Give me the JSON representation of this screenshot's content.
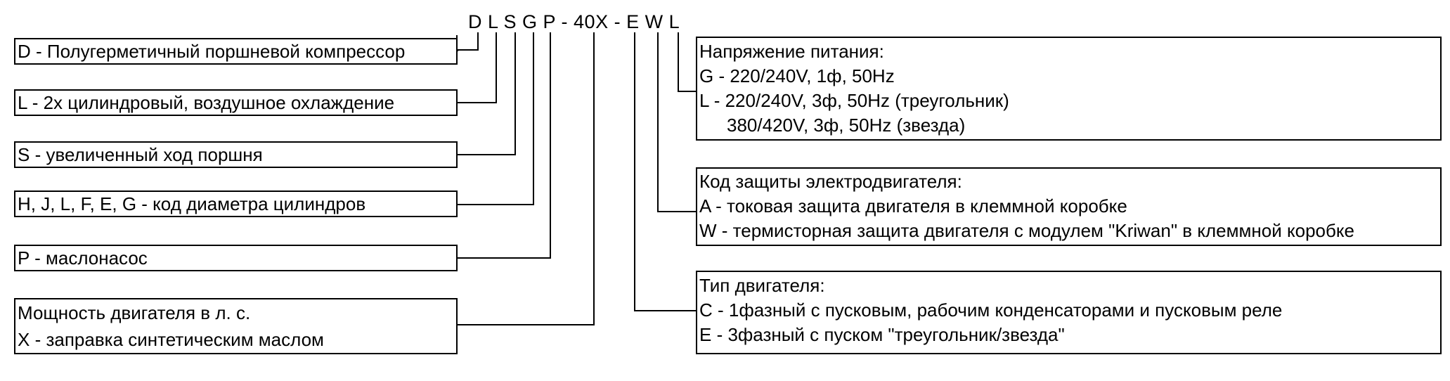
{
  "model_code": "D L S G P - 40X - E W L",
  "left_boxes": [
    {
      "lines": [
        "D - Полугерметичный поршневой компрессор"
      ]
    },
    {
      "lines": [
        "L - 2х цилиндровый, воздушное охлаждение"
      ]
    },
    {
      "lines": [
        "S - увеличенный ход поршня"
      ]
    },
    {
      "lines": [
        "H, J, L, F, E, G - код диаметра цилиндров"
      ]
    },
    {
      "lines": [
        "P - маслонасос"
      ]
    },
    {
      "lines": [
        "Мощность двигателя в л. с.",
        "X - заправка синтетическим маслом"
      ]
    }
  ],
  "right_boxes": [
    {
      "lines": [
        "Напряжение питания:",
        "G - 220/240V, 1ф, 50Hz",
        "L - 220/240V, 3ф, 50Hz (треугольник)",
        "380/420V, 3ф, 50Hz (звезда)"
      ]
    },
    {
      "lines": [
        "Код защиты электродвигателя:",
        "A - токовая защита двигателя в клеммной коробке",
        "W - термисторная защита двигателя с модулем \"Kriwan\" в клеммной коробке"
      ]
    },
    {
      "lines": [
        "Тип двигателя:",
        "C - 1фазный с пусковым, рабочим конденсаторами и пусковым реле",
        "E - 3фазный с пуском \"треугольник/звезда\""
      ]
    }
  ]
}
